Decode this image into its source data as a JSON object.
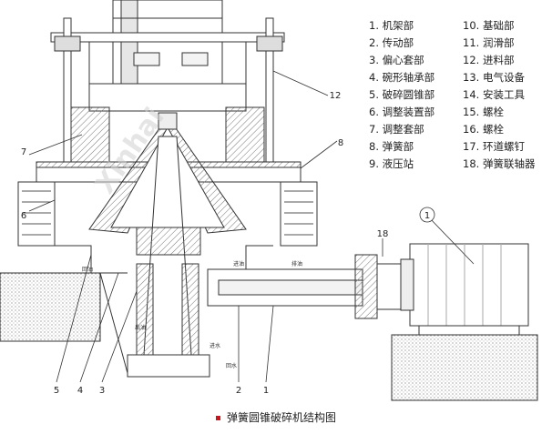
{
  "legend": {
    "items": [
      {
        "label": "1. 机架部"
      },
      {
        "label": "2. 传动部"
      },
      {
        "label": "3. 偏心套部"
      },
      {
        "label": "4. 碗形轴承部"
      },
      {
        "label": "5. 破碎圆锥部"
      },
      {
        "label": "6. 调整装置部"
      },
      {
        "label": "7. 调整套部"
      },
      {
        "label": "8. 弹簧部"
      },
      {
        "label": "9. 液压站"
      },
      {
        "label": "10. 基础部"
      },
      {
        "label": "11. 润滑部"
      },
      {
        "label": "12. 进料部"
      },
      {
        "label": "13. 电气设备"
      },
      {
        "label": "14. 安装工具"
      },
      {
        "label": "15. 螺栓"
      },
      {
        "label": "16. 螺栓"
      },
      {
        "label": "17. 环道螺钉"
      },
      {
        "label": "18. 弹簧联轴器"
      }
    ]
  },
  "callouts": [
    "1",
    "2",
    "3",
    "4",
    "5",
    "6",
    "7",
    "8",
    "12",
    "18"
  ],
  "small_labels": {
    "oil_in_left": "回油",
    "oil_in_mid": "进油",
    "oil_out": "排油",
    "water_left": "进水",
    "water_right": "回水",
    "drain": "出油"
  },
  "watermark": "Xinhai",
  "caption": "弹簧圆锥破碎机结构图",
  "colors": {
    "line": "#333333",
    "hatch": "#888888",
    "caption_marker": "#c8161d"
  }
}
